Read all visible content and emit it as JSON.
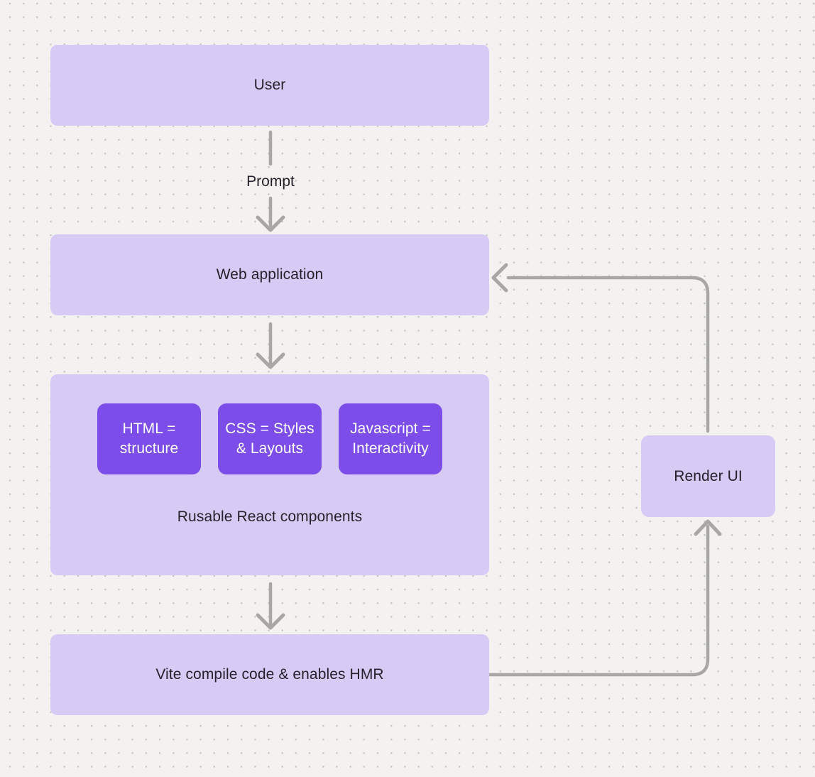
{
  "diagram": {
    "background": {
      "color": "#f3f2f1",
      "dot_color": "#c7c5c3"
    },
    "colors": {
      "node_fill": "#d7cbf5",
      "component_fill": "#7c4de8",
      "component_text": "#ffffff",
      "arrow": "#a9a7a5",
      "text": "#25222b"
    },
    "nodes": {
      "user": {
        "label": "User"
      },
      "web_application": {
        "label": "Web application"
      },
      "components_group": {
        "caption": "Rusable React components",
        "children": [
          {
            "line1": "HTML =",
            "line2": "structure"
          },
          {
            "line1": "CSS = Styles",
            "line2": "& Layouts"
          },
          {
            "line1": "Javascript =",
            "line2": "Interactivity"
          }
        ]
      },
      "vite": {
        "label": "Vite compile code & enables HMR"
      },
      "render_ui": {
        "label": "Render UI"
      }
    },
    "edges": [
      {
        "from": "user",
        "to": "web_application",
        "label": "Prompt"
      },
      {
        "from": "web_application",
        "to": "components_group",
        "label": ""
      },
      {
        "from": "components_group",
        "to": "vite",
        "label": ""
      },
      {
        "from": "vite",
        "to": "render_ui",
        "label": ""
      },
      {
        "from": "render_ui",
        "to": "web_application",
        "label": ""
      }
    ]
  }
}
